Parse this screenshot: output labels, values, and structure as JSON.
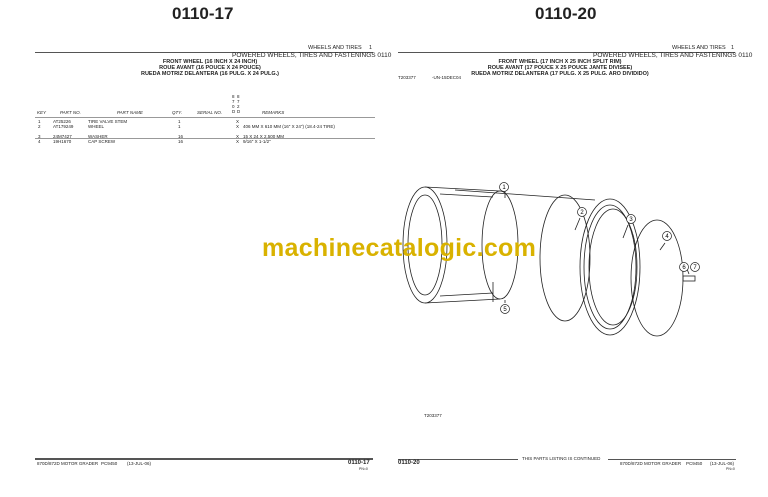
{
  "left_page": {
    "page_number": "0110-17",
    "section": "WHEELS AND TIRES",
    "section_num": "1",
    "group": "POWERED WHEELS, TIRES AND FASTENINGS 0110",
    "titles": [
      "FRONT WHEEL (16 INCH X 24 INCH)",
      "ROUE AVANT (16 POUCE X 24 POUCE)",
      "RUEDA MOTRIZ DELANTERA (16 PULG. X 24 PULG.)"
    ],
    "model_cols": [
      "8\n7\n0\nD",
      "8\n7\n2\nD"
    ],
    "headers": {
      "key": "KEY",
      "part_no": "PART NO.",
      "part_name": "PART NAME",
      "qty": "QTY.",
      "serial": "SERIAL NO.",
      "remarks": "REMARKS"
    },
    "rows": [
      {
        "key": "1",
        "part_no": "AT25226",
        "part_name": "TIRE VALVE STEM",
        "qty": "1",
        "m1": "",
        "m2": "X",
        "remarks": ""
      },
      {
        "key": "2",
        "part_no": "AT179249",
        "part_name": "WHEEL",
        "qty": "1",
        "m1": "",
        "m2": "X",
        "remarks": "406 MM X 610 MM (16\" X 24\") (18.4-24 TIRE)"
      },
      {
        "key": "3",
        "part_no": "24M7427",
        "part_name": "WASHER",
        "qty": "16",
        "m1": "",
        "m2": "X",
        "remarks": "15 X 24 X 2.500 MM"
      },
      {
        "key": "4",
        "part_no": "19H1670",
        "part_name": "CAP SCREW",
        "qty": "16",
        "m1": "",
        "m2": "X",
        "remarks": "9/16\" X 1-1/2\""
      }
    ],
    "footer": {
      "model": "870D/872D MOTOR GRADER",
      "pc": "PC9450",
      "date": "(13-JUL-06)",
      "page": "0110-17",
      "sub": "PN=0"
    }
  },
  "right_page": {
    "page_number": "0110-20",
    "section": "WHEELS AND TIRES",
    "section_num": "1",
    "group": "POWERED WHEELS, TIRES AND FASTENINGS 0110",
    "titles": [
      "FRONT WHEEL (17 INCH X 25 INCH SPLIT RIM)",
      "ROUE AVANT (17 POUCE X 25 POUCE JANTE DIVISEE)",
      "RUEDA MOTRIZ DELANTERA (17 PULG. X 25 PULG. ARO DIVIDIDO)"
    ],
    "fig_ref": "T203377",
    "fig_code": "-UN-15DEC04",
    "callouts": [
      "1",
      "2",
      "3",
      "4",
      "6",
      "7",
      "5"
    ],
    "fig_caption": "T203377",
    "continued": "THIS PARTS LISTING IS CONTINUED",
    "footer": {
      "model": "870D/872D MOTOR GRADER",
      "pc": "PC9450",
      "date": "(13-JUL-06)",
      "page": "0110-20",
      "sub": "PN=0"
    }
  },
  "watermark": "machinecatalogic.com"
}
